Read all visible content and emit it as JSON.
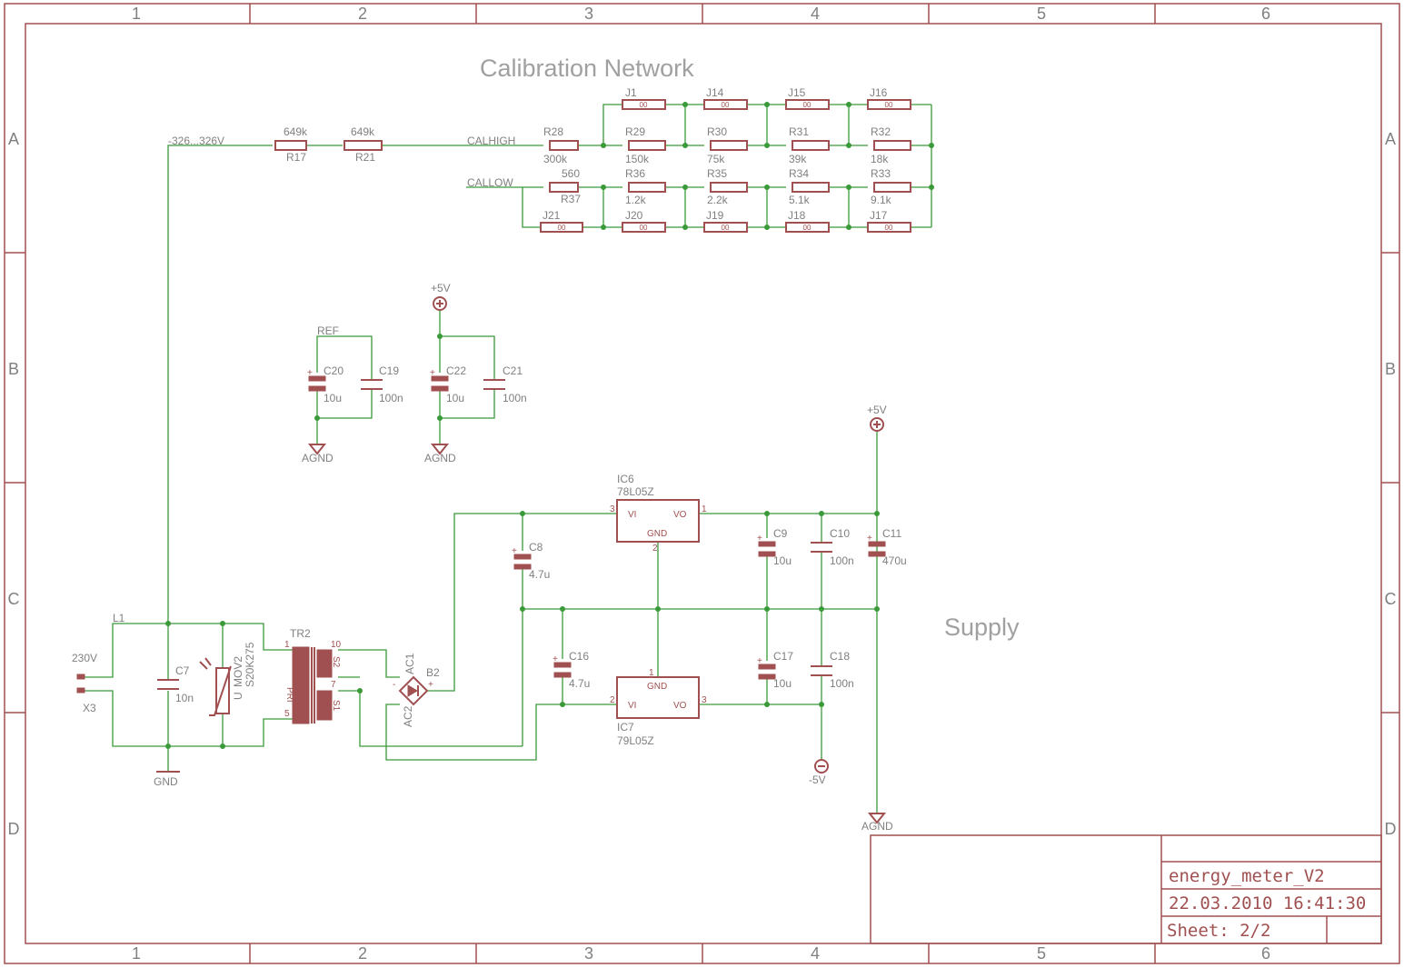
{
  "zones": {
    "columns": [
      "1",
      "2",
      "3",
      "4",
      "5",
      "6"
    ],
    "rows": [
      "A",
      "B",
      "C",
      "D"
    ]
  },
  "titles": {
    "calibration": "Calibration Network",
    "supply": "Supply"
  },
  "title_block": {
    "name": "energy_meter_V2",
    "date": "22.03.2010 16:41:30",
    "sheet": "Sheet: 2/2"
  },
  "nets": {
    "input_range": "-326...326V",
    "calhigh": "CALHIGH",
    "callow": "CALLOW",
    "ref": "REF",
    "v5a": "+5V",
    "v5b": "+5V",
    "agnd1": "AGND",
    "agnd2": "AGND",
    "agnd3": "AGND",
    "gnd": "GND",
    "m5v": "-5V",
    "l1": "L1",
    "v230": "230V",
    "x3": "X3"
  },
  "resistors": [
    {
      "name": "R17",
      "value": "649k"
    },
    {
      "name": "R21",
      "value": "649k"
    },
    {
      "name": "R28",
      "value": "300k"
    },
    {
      "name": "R29",
      "value": "150k"
    },
    {
      "name": "R30",
      "value": "75k"
    },
    {
      "name": "R31",
      "value": "39k"
    },
    {
      "name": "R32",
      "value": "18k"
    },
    {
      "name": "R37",
      "value": "560"
    },
    {
      "name": "R36",
      "value": "1.2k"
    },
    {
      "name": "R35",
      "value": "2.2k"
    },
    {
      "name": "R34",
      "value": "5.1k"
    },
    {
      "name": "R33",
      "value": "9.1k"
    }
  ],
  "jumpers": [
    {
      "name": "J1",
      "value": "00"
    },
    {
      "name": "J14",
      "value": "00"
    },
    {
      "name": "J15",
      "value": "00"
    },
    {
      "name": "J16",
      "value": "00"
    },
    {
      "name": "J21",
      "value": "00"
    },
    {
      "name": "J20",
      "value": "00"
    },
    {
      "name": "J19",
      "value": "00"
    },
    {
      "name": "J18",
      "value": "00"
    },
    {
      "name": "J17",
      "value": "00"
    }
  ],
  "capacitors": {
    "C20": {
      "name": "C20",
      "value": "10u"
    },
    "C19": {
      "name": "C19",
      "value": "100n"
    },
    "C22": {
      "name": "C22",
      "value": "10u"
    },
    "C21": {
      "name": "C21",
      "value": "100n"
    },
    "C8": {
      "name": "C8",
      "value": "4.7u"
    },
    "C9": {
      "name": "C9",
      "value": "10u"
    },
    "C10": {
      "name": "C10",
      "value": "100n"
    },
    "C11": {
      "name": "C11",
      "value": "470u"
    },
    "C16": {
      "name": "C16",
      "value": "4.7u"
    },
    "C17": {
      "name": "C17",
      "value": "10u"
    },
    "C18": {
      "name": "C18",
      "value": "100n"
    },
    "C7": {
      "name": "C7",
      "value": "10n"
    }
  },
  "ics": {
    "IC6": {
      "name": "IC6",
      "value": "78L05Z",
      "vi": "VI",
      "vo": "VO",
      "gnd": "GND",
      "p_in": "3",
      "p_out": "1",
      "p_gnd": "2"
    },
    "IC7": {
      "name": "IC7",
      "value": "79L05Z",
      "vi": "VI",
      "vo": "VO",
      "gnd": "GND",
      "p_in": "2",
      "p_out": "3",
      "p_gnd": "1"
    }
  },
  "transformer": {
    "name": "TR2",
    "pri": "PRI",
    "s1": "S1",
    "s2": "S2",
    "p1": "1",
    "p5": "5",
    "p10": "10",
    "p7": "7"
  },
  "varistor": {
    "name": "MOV2",
    "value": "S20K275",
    "u": "U"
  },
  "bridge": {
    "name": "B2",
    "ac1": "AC1",
    "ac2": "AC2",
    "plus": "+",
    "minus": "-"
  }
}
